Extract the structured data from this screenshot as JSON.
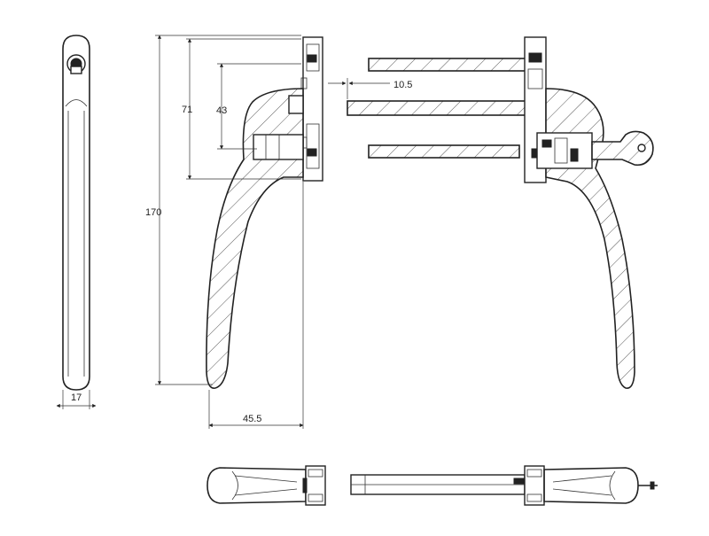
{
  "dimensions": {
    "handle_width": "17",
    "overall_height": "170",
    "spindle_to_top": "71",
    "fixing_centres": "43",
    "projection": "45.5",
    "spindle_offset": "10.5"
  }
}
